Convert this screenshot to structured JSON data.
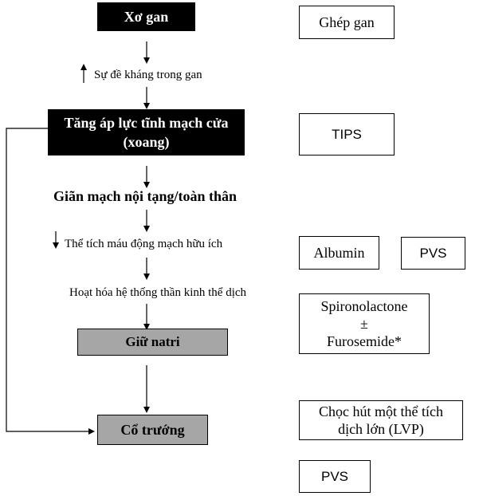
{
  "flow": {
    "xo_gan": "Xơ gan",
    "su_de_khang": "Sự đề kháng trong gan",
    "tang_ap_luc_line1": "Tăng áp lực tĩnh mạch cửa",
    "tang_ap_luc_line2": "(xoang)",
    "gian_mach": "Giãn mạch nội tạng/toàn thân",
    "the_tich_mau": "Thể tích máu động mạch hữu ích",
    "hoat_hoa": "Hoạt hóa hệ thống thần kinh thể dịch",
    "giu_natri": "Giữ natri",
    "co_truong": "Cổ trướng"
  },
  "treatments": {
    "ghep_gan": "Ghép gan",
    "tips": "TIPS",
    "albumin": "Albumin",
    "pvs_1": "PVS",
    "spironolactone": "Spironolactone",
    "plus_minus": "±",
    "furosemide": "Furosemide*",
    "choc_hut_line1": "Chọc hút một thể tích",
    "choc_hut_line2": "dịch lớn (LVP)",
    "pvs_2": "PVS"
  }
}
